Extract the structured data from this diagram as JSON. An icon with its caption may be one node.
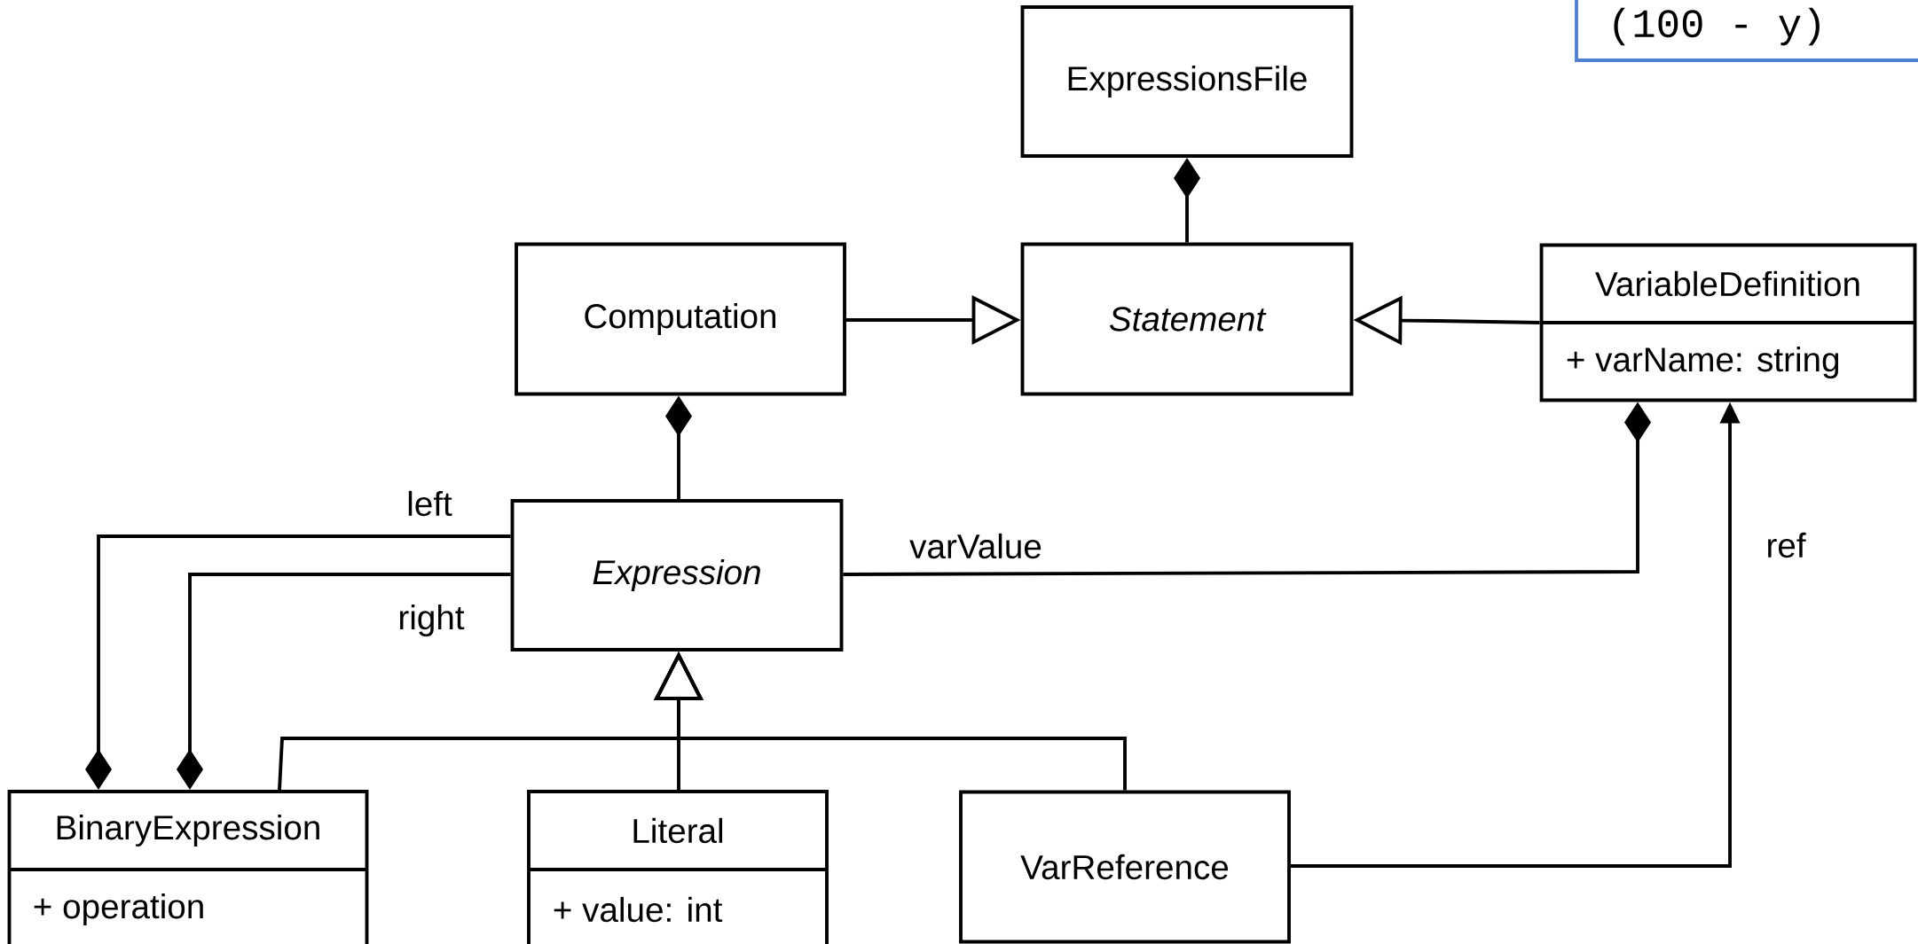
{
  "diagram": {
    "nodes": [
      {
        "text": [
          "ExpressionsFile"
        ]
      },
      {
        "text": [
          "(100 - y)"
        ]
      },
      {
        "text": [
          "Computation"
        ]
      },
      {
        "text": [
          "Statement"
        ]
      },
      {
        "text": [
          "VariableDefinition",
          "+ varName: string"
        ]
      },
      {
        "text": [
          "Expression"
        ]
      },
      {
        "text": [
          "BinaryExpression",
          "+ operation"
        ]
      },
      {
        "text": [
          "Literal",
          "+ value: int"
        ]
      },
      {
        "text": [
          "VarReference"
        ]
      }
    ],
    "edges": [
      {
        "from": 3,
        "to": 0,
        "arrow": "other"
      },
      {
        "from": 2,
        "to": 3,
        "arrow": "to"
      },
      {
        "from": 4,
        "to": 3,
        "arrow": "to"
      },
      {
        "from": 5,
        "to": 2,
        "arrow": "other"
      },
      {
        "from": 5,
        "to": 6,
        "arrow": "other",
        "label": "left"
      },
      {
        "from": 5,
        "to": 6,
        "arrow": "other",
        "label": "right"
      },
      {
        "from": 5,
        "to": 4,
        "arrow": "other",
        "label": "varValue"
      },
      {
        "from": 6,
        "to": 5,
        "arrow": "to"
      },
      {
        "from": 7,
        "to": 5,
        "arrow": "to"
      },
      {
        "from": 8,
        "to": 5,
        "arrow": "to"
      },
      {
        "from": 8,
        "to": 4,
        "arrow": "to",
        "label": "ref"
      }
    ]
  }
}
